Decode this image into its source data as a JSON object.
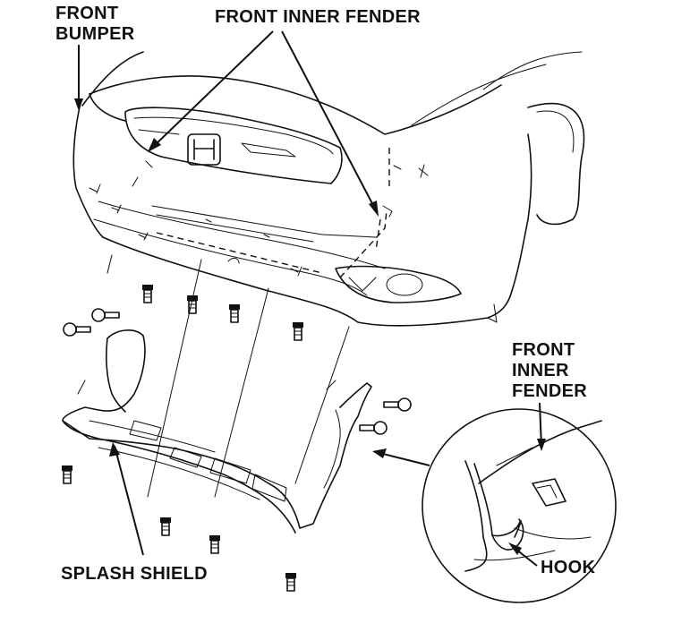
{
  "labels": {
    "front_bumper": [
      "FRONT",
      "BUMPER"
    ],
    "front_inner_fender_top": "FRONT INNER FENDER",
    "front_inner_fender_detail": [
      "FRONT",
      "INNER",
      "FENDER"
    ],
    "hook": "HOOK",
    "splash_shield": "SPLASH SHIELD"
  },
  "colors": {
    "ink": "#111111",
    "paper": "#ffffff"
  }
}
